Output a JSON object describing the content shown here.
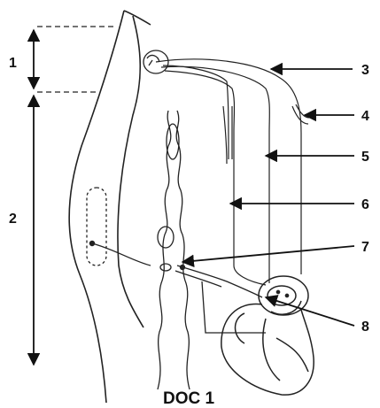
{
  "figure": {
    "caption": "DOC 1",
    "labels": {
      "l1": "1",
      "l2": "2",
      "l3": "3",
      "l4": "4",
      "l5": "5",
      "l6": "6",
      "l7": "7",
      "l8": "8"
    }
  },
  "colors": {
    "ink": "#111111",
    "background": "#ffffff"
  }
}
